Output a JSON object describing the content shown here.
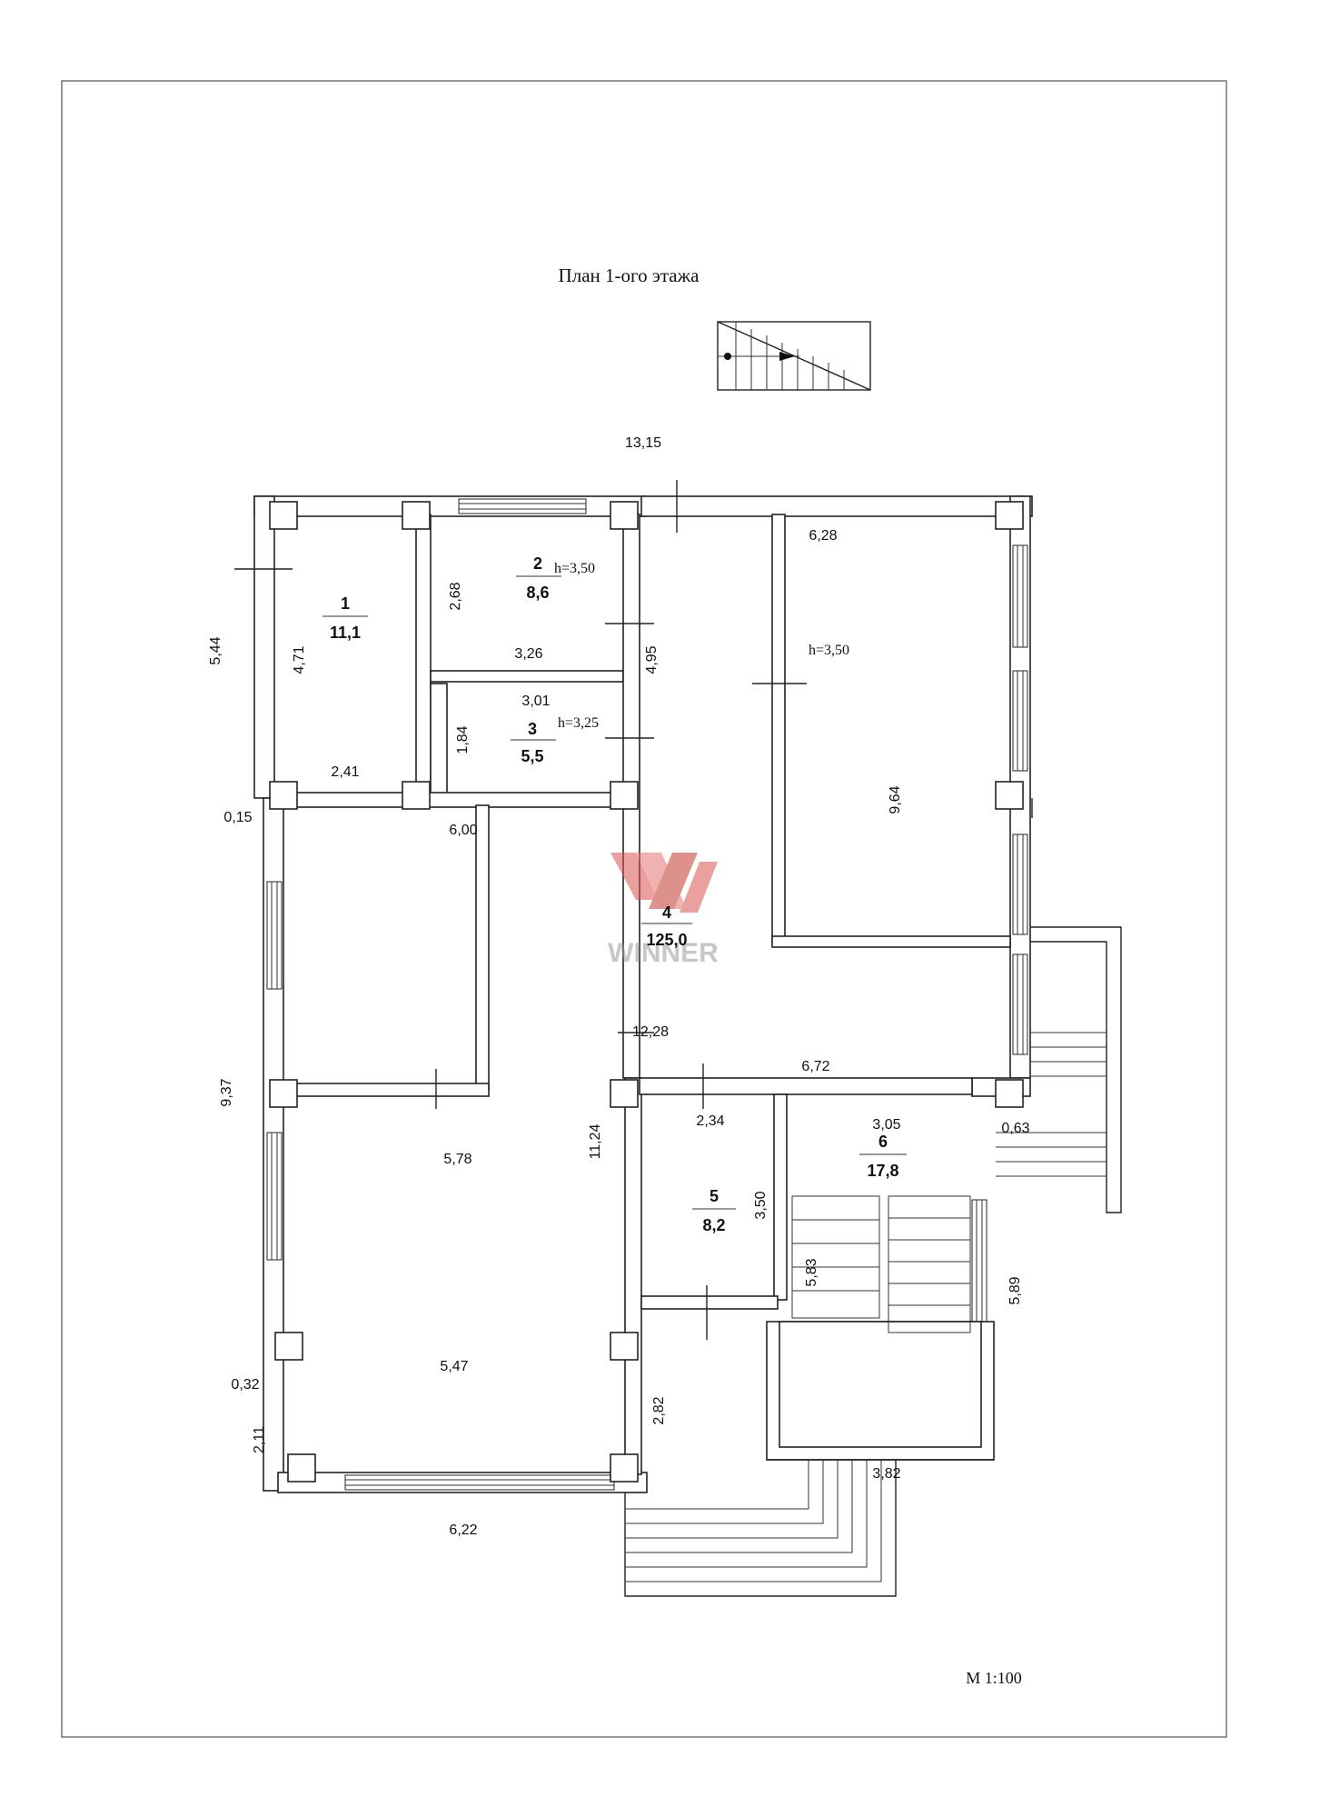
{
  "plan_title": "План 1-ого этажа",
  "scale": "М 1:100",
  "watermark": "WINNER",
  "colors": {
    "watermark": "#d9534f",
    "line": "#222222",
    "background": "#ffffff"
  },
  "rooms": [
    {
      "number": "1",
      "area": "11,1"
    },
    {
      "number": "2",
      "area": "8,6",
      "height": "h=3,50"
    },
    {
      "number": "3",
      "area": "5,5",
      "height": "h=3,25"
    },
    {
      "number": "4",
      "area": "125,0"
    },
    {
      "number": "5",
      "area": "8,2"
    },
    {
      "number": "6",
      "area": "17,8"
    }
  ],
  "room4_height": "h=3,50",
  "dimensions": {
    "d_13_15": "13,15",
    "d_5_44": "5,44",
    "d_4_71": "4,71",
    "d_2_68": "2,68",
    "d_3_26": "3,26",
    "d_4_95": "4,95",
    "d_6_28": "6,28",
    "d_3_01": "3,01",
    "d_1_84": "1,84",
    "d_2_41": "2,41",
    "d_0_15": "0,15",
    "d_6_00": "6,00",
    "d_9_64": "9,64",
    "d_9_37": "9,37",
    "d_12_28": "12,28",
    "d_6_72": "6,72",
    "d_2_34": "2,34",
    "d_3_05": "3,05",
    "d_0_63": "0,63",
    "d_5_78": "5,78",
    "d_11_24": "11,24",
    "d_3_50": "3,50",
    "d_5_83": "5,83",
    "d_5_89": "5,89",
    "d_0_32": "0,32",
    "d_5_47": "5,47",
    "d_2_11": "2,11",
    "d_2_82": "2,82",
    "d_3_82": "3,82",
    "d_6_22": "6,22"
  }
}
